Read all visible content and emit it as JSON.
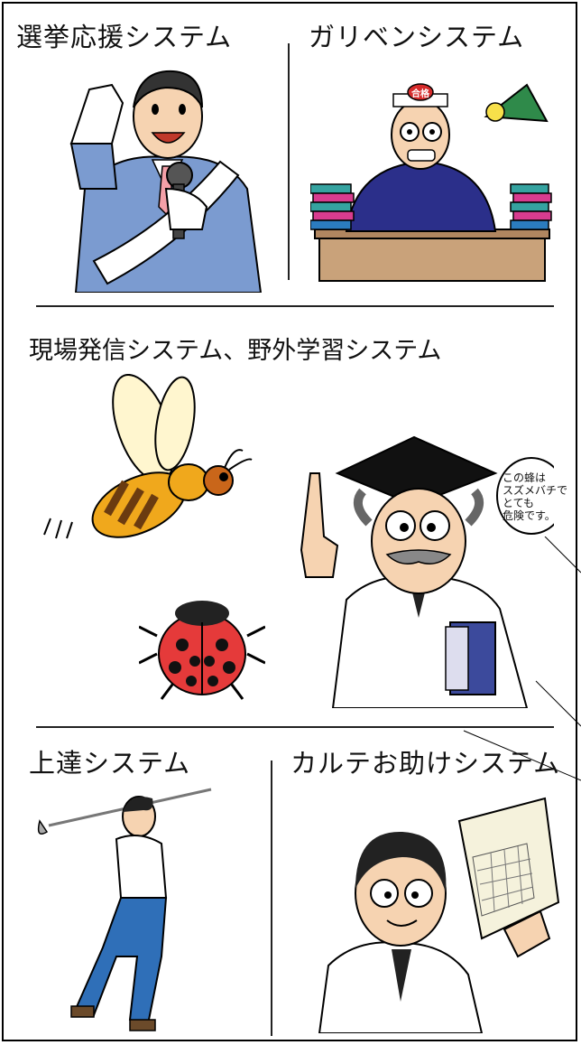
{
  "sections": {
    "campaign": {
      "title": "選挙応援システム"
    },
    "study": {
      "title": "ガリベンシステム",
      "headband_text": "合格"
    },
    "field": {
      "title": "現場発信システム、野外学習システム"
    },
    "improve": {
      "title": "上達システム"
    },
    "chart": {
      "title": "カルテお助けシステム"
    }
  },
  "speech_bubble": {
    "lines": [
      "この蜂は",
      "スズメバチで",
      "とても",
      "危険です。"
    ]
  },
  "colors": {
    "suit_blue": "#7b9bd0",
    "sweater_navy": "#2b2f8a",
    "desk_tan": "#c9a27a",
    "bee_yellow": "#f0a81c",
    "ladybug_red": "#e53a3a",
    "pants_blue": "#2f6fb8",
    "lamp_green": "#2f8a4a"
  }
}
